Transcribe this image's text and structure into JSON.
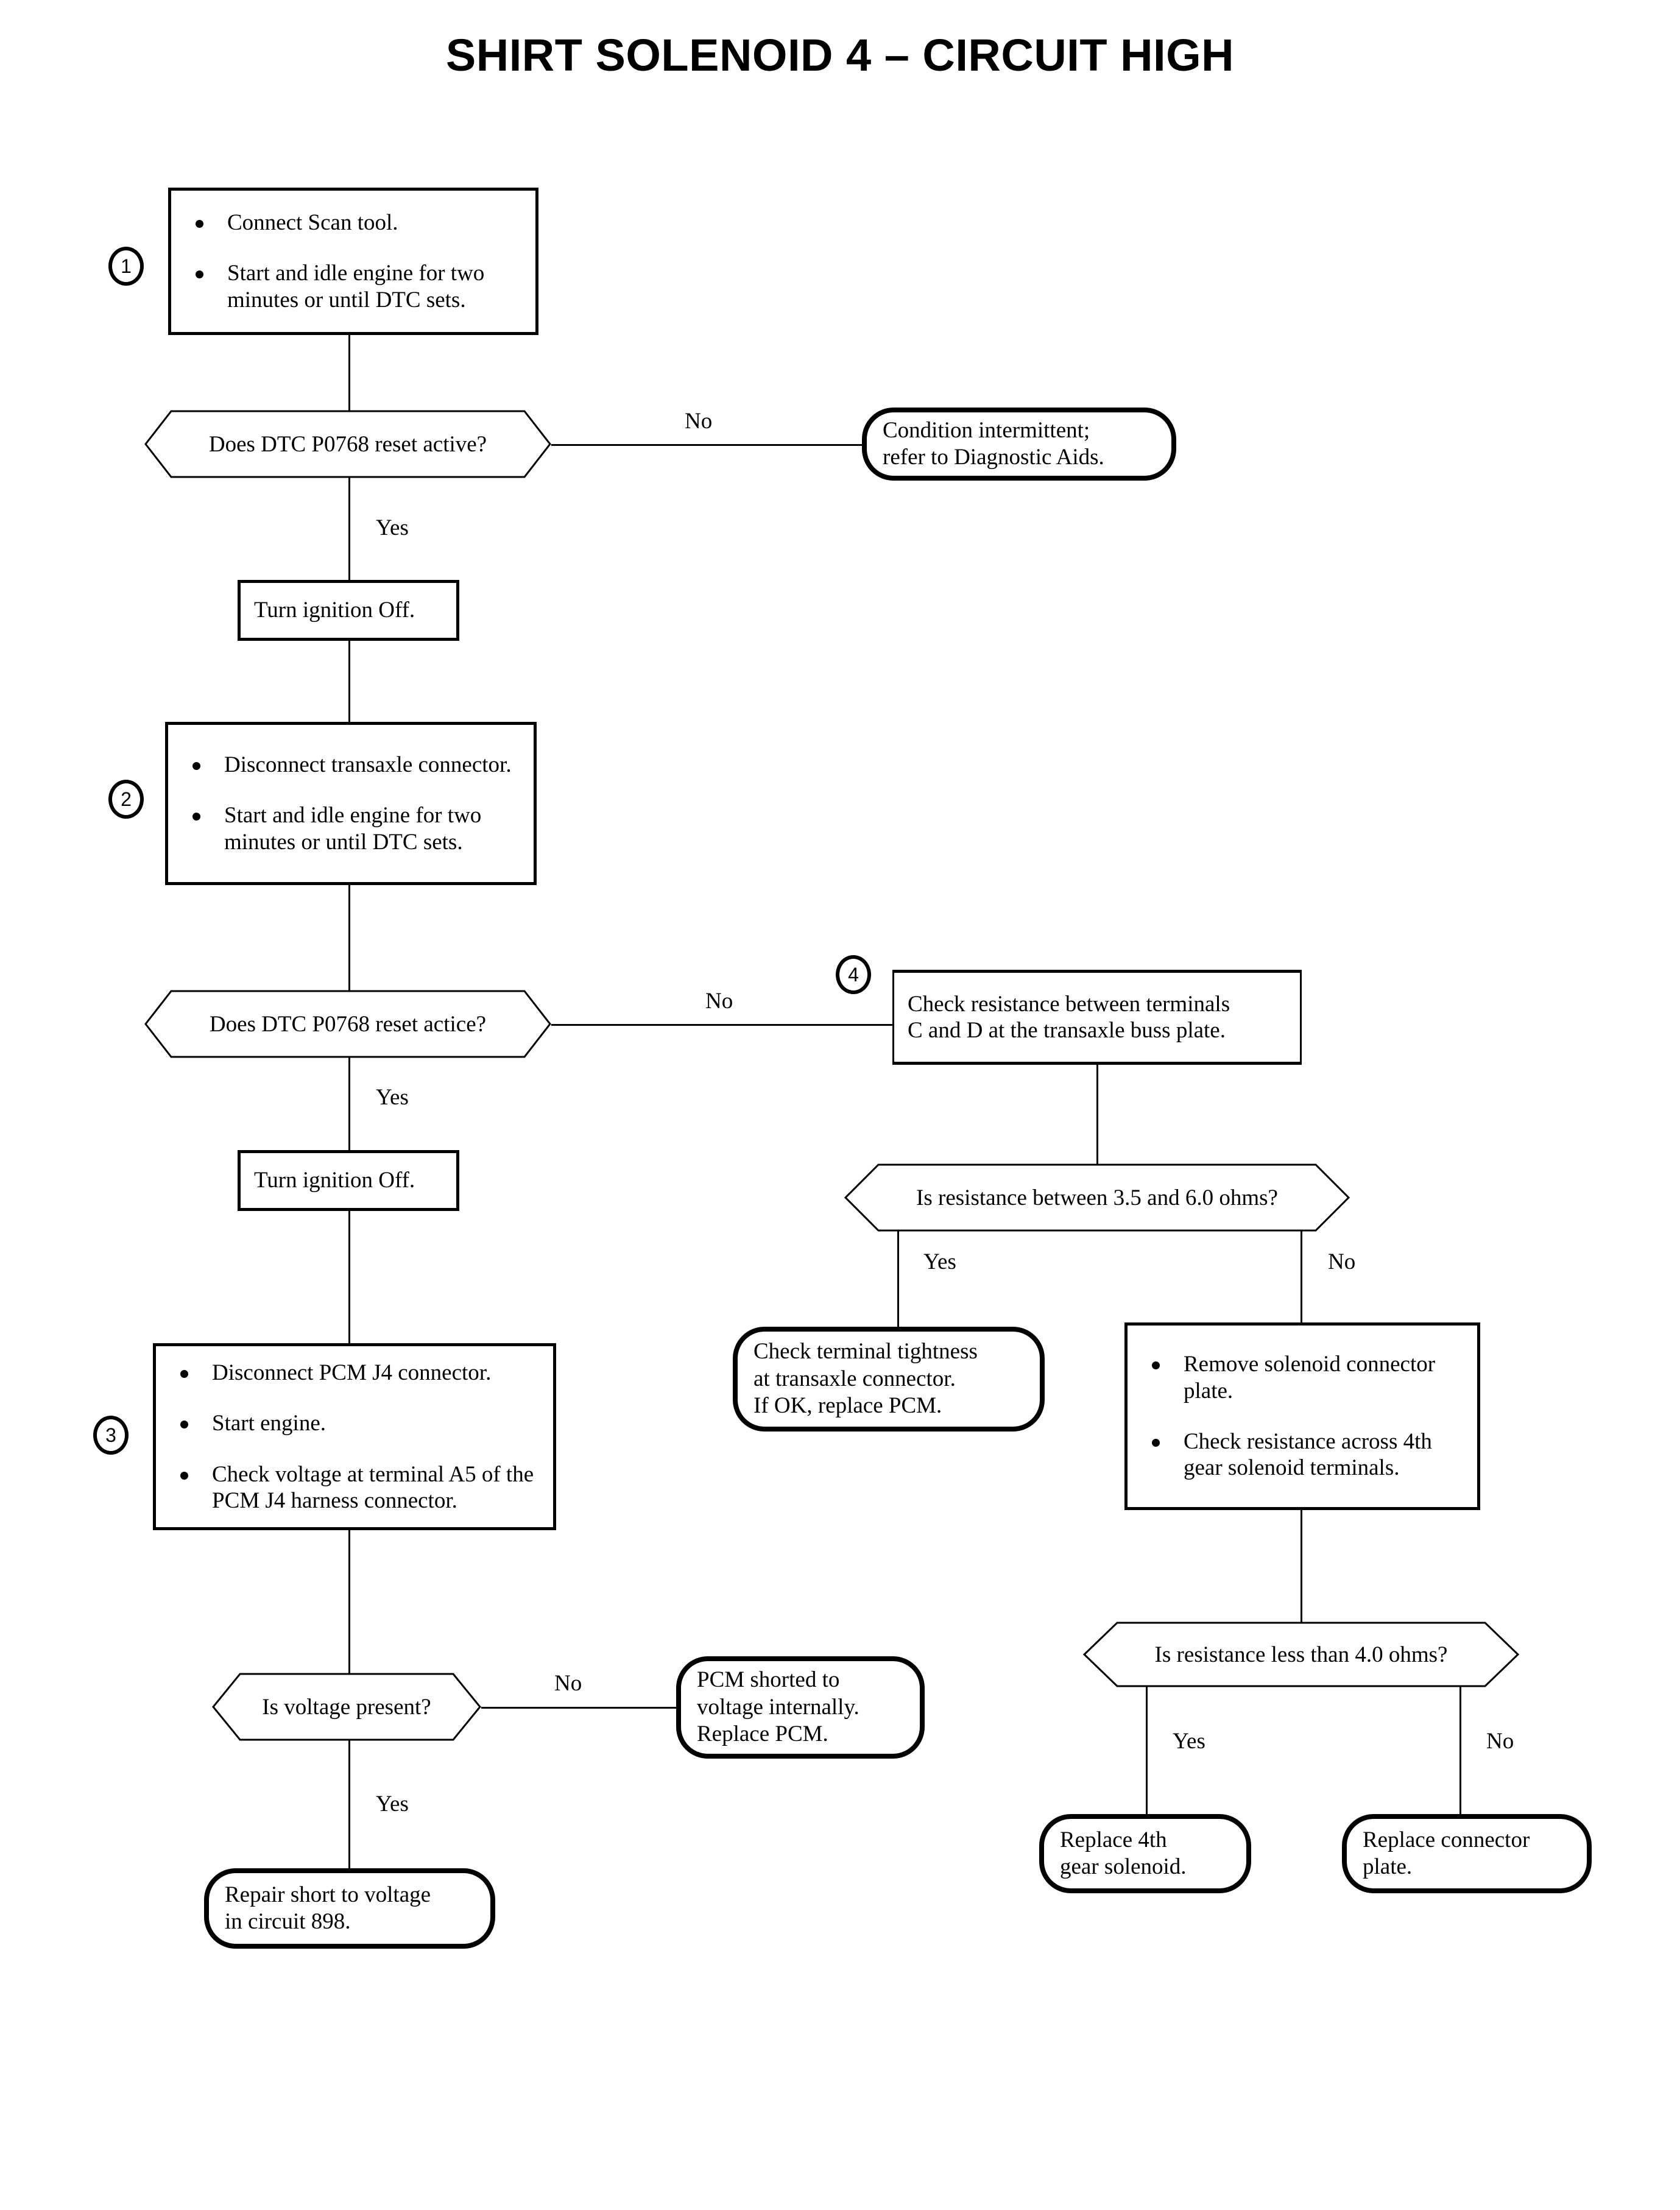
{
  "title": "SHIRT SOLENOID 4 – CIRCUIT HIGH",
  "step_numbers": {
    "one": "1",
    "two": "2",
    "three": "3",
    "four": "4"
  },
  "branch_labels": {
    "no_1": "No",
    "yes_1": "Yes",
    "no_2": "No",
    "yes_2": "Yes",
    "yes_r1": "Yes",
    "no_r1": "No",
    "no_3": "No",
    "yes_3": "Yes",
    "yes_r2": "Yes",
    "no_r2": "No"
  },
  "nodes": {
    "step1": {
      "type": "process",
      "bullets": [
        "Connect Scan tool.",
        "Start and idle engine for two minutes or until DTC sets."
      ]
    },
    "decision1": {
      "type": "decision",
      "text": "Does DTC P0768 reset active?"
    },
    "intermittent": {
      "type": "terminator",
      "lines": [
        "Condition intermittent;",
        "refer to Diagnostic Aids."
      ]
    },
    "ignition_off_1": {
      "type": "process",
      "text": "Turn ignition Off."
    },
    "step2": {
      "type": "process",
      "bullets": [
        "Disconnect transaxle connector.",
        "Start and idle engine for two minutes or until DTC sets."
      ]
    },
    "decision2": {
      "type": "decision",
      "text": "Does DTC P0768 reset actice?"
    },
    "step4": {
      "type": "process",
      "lines": [
        "Check resistance between terminals",
        "C and D at the transaxle buss plate."
      ]
    },
    "ignition_off_2": {
      "type": "process",
      "text": "Turn ignition Off."
    },
    "decision_res1": {
      "type": "decision",
      "text": "Is resistance between 3.5 and 6.0 ohms?"
    },
    "check_terminal": {
      "type": "terminator",
      "lines": [
        "Check terminal tightness",
        "at transaxle connector.",
        "If OK, replace PCM."
      ]
    },
    "remove_solenoid": {
      "type": "process",
      "bullets": [
        "Remove solenoid connector plate.",
        "Check resistance across 4th gear solenoid terminals."
      ]
    },
    "step3": {
      "type": "process",
      "bullets": [
        "Disconnect PCM J4 connector.",
        "Start engine.",
        "Check voltage at terminal A5 of the PCM J4 harness connector."
      ]
    },
    "decision_res2": {
      "type": "decision",
      "text": "Is resistance less than 4.0 ohms?"
    },
    "decision_voltage": {
      "type": "decision",
      "text": "Is voltage present?"
    },
    "pcm_shorted": {
      "type": "terminator",
      "lines": [
        "PCM shorted to",
        "voltage internally.",
        "Replace PCM."
      ]
    },
    "replace_4th": {
      "type": "terminator",
      "lines": [
        "Replace 4th",
        "gear solenoid."
      ]
    },
    "replace_plate": {
      "type": "terminator",
      "lines": [
        "Replace connector",
        "plate."
      ]
    },
    "repair_short": {
      "type": "terminator",
      "lines": [
        "Repair short to voltage",
        "in circuit 898."
      ]
    }
  }
}
